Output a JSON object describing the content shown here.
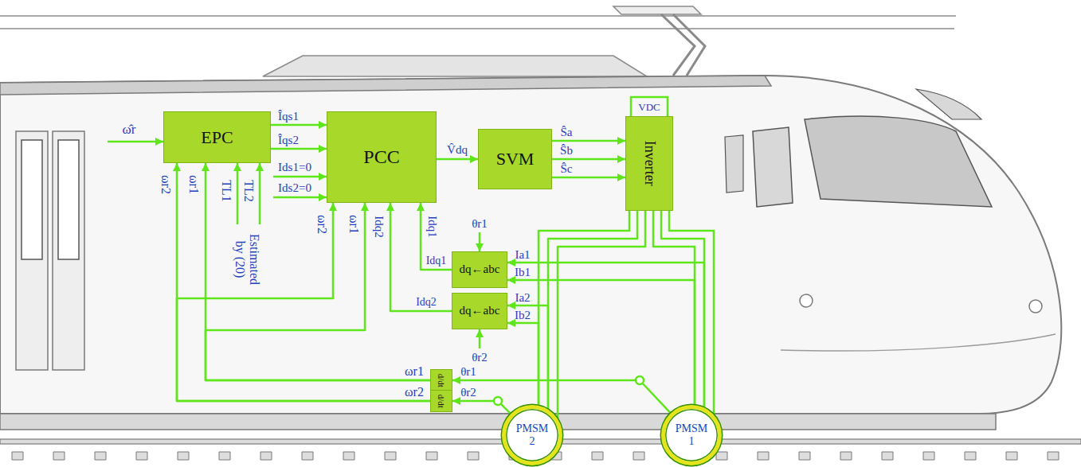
{
  "diagram": {
    "nodes": [
      {
        "text": [
          "EPC"
        ]
      },
      {
        "text": [
          "PCC"
        ]
      },
      {
        "text": [
          "SVM"
        ]
      },
      {
        "text": [
          "Inverter"
        ]
      },
      {
        "text": [
          "dq←abc"
        ]
      },
      {
        "text": [
          "dq←abc"
        ]
      },
      {
        "text": [
          "d/dt"
        ]
      },
      {
        "text": [
          "d/dt"
        ]
      },
      {
        "text": [
          "PMSM 2"
        ]
      },
      {
        "text": [
          "PMSM 1"
        ]
      }
    ],
    "edges": [
      {
        "from": 0,
        "to": 1,
        "arrow": "to",
        "label": "Îqs1"
      },
      {
        "from": 0,
        "to": 1,
        "arrow": "to",
        "label": "Îqs2"
      },
      {
        "from": 1,
        "to": 2,
        "arrow": "to",
        "label": "V̂dq"
      },
      {
        "from": 2,
        "to": 3,
        "arrow": "to",
        "label": "Ŝa"
      },
      {
        "from": 2,
        "to": 3,
        "arrow": "to",
        "label": "Ŝb"
      },
      {
        "from": 2,
        "to": 3,
        "arrow": "to",
        "label": "Ŝc"
      },
      {
        "from": 3,
        "to": 9,
        "arrow": "none"
      },
      {
        "from": 3,
        "to": 8,
        "arrow": "none"
      },
      {
        "from": 9,
        "to": 4,
        "arrow": "to",
        "label": "Ia1"
      },
      {
        "from": 9,
        "to": 4,
        "arrow": "to",
        "label": "Ib1"
      },
      {
        "from": 8,
        "to": 5,
        "arrow": "to",
        "label": "Ia2"
      },
      {
        "from": 8,
        "to": 5,
        "arrow": "to",
        "label": "Ib2"
      },
      {
        "from": 4,
        "to": 1,
        "arrow": "to",
        "label": "Idq1"
      },
      {
        "from": 5,
        "to": 1,
        "arrow": "to",
        "label": "Idq2"
      },
      {
        "from": 9,
        "to": 6,
        "arrow": "to",
        "label": "θr1"
      },
      {
        "from": 8,
        "to": 7,
        "arrow": "to",
        "label": "θr2"
      },
      {
        "from": 6,
        "to": 0,
        "arrow": "to",
        "label": "ωr1"
      },
      {
        "from": 6,
        "to": 1,
        "arrow": "to"
      },
      {
        "from": 7,
        "to": 0,
        "arrow": "to",
        "label": "ωr2"
      },
      {
        "from": 7,
        "to": 1,
        "arrow": "to"
      }
    ],
    "labels": [
      "ω̂r",
      "ωr2",
      "ωr1",
      "TL1",
      "TL2",
      "Estimated by (20)",
      "Ids1=0",
      "Ids2=0",
      "ωr2",
      "ωr1",
      "Idq2",
      "Idq1",
      "VDC",
      "θr1",
      "θr2"
    ]
  }
}
